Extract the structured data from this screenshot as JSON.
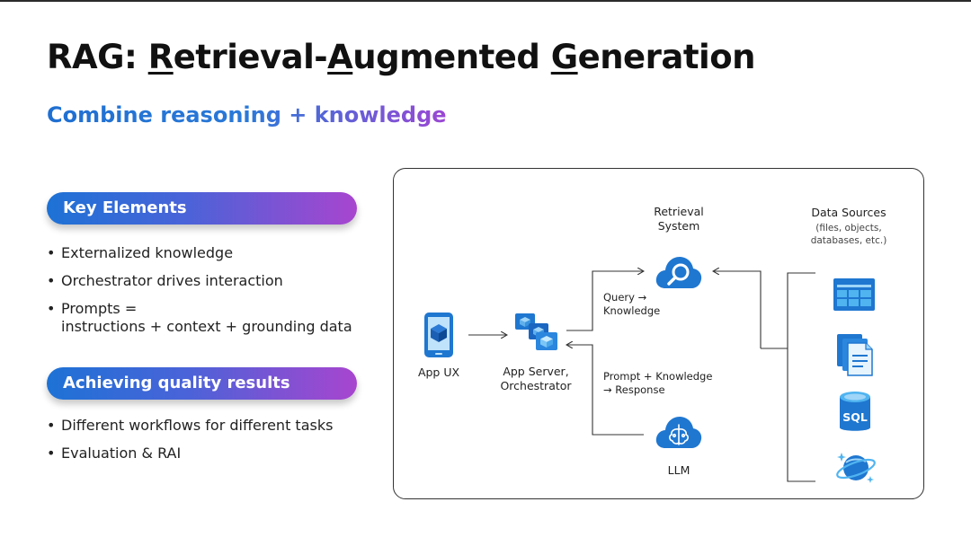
{
  "slide": {
    "title_parts": [
      {
        "text": "RAG: ",
        "underline": false
      },
      {
        "text": "R",
        "underline": true
      },
      {
        "text": "etrieval-",
        "underline": false
      },
      {
        "text": "A",
        "underline": true
      },
      {
        "text": "ugmented ",
        "underline": false
      },
      {
        "text": "G",
        "underline": true
      },
      {
        "text": "eneration",
        "underline": false
      }
    ],
    "subtitle": "Combine reasoning + knowledge"
  },
  "key_elements": {
    "heading": "Key Elements",
    "items": [
      "Externalized knowledge",
      "Orchestrator drives interaction",
      "Prompts =",
      "instructions + context + grounding data"
    ]
  },
  "quality": {
    "heading": "Achieving quality results",
    "items": [
      "Different workflows for different tasks",
      "Evaluation & RAI"
    ]
  },
  "diagram": {
    "retrieval_label": [
      "Retrieval",
      "System"
    ],
    "sources_label": "Data Sources",
    "sources_sub": [
      "(files, objects,",
      "databases, etc.)"
    ],
    "app_ux_label": "App UX",
    "app_server_label": [
      "App Server,",
      "Orchestrator"
    ],
    "query_label": [
      "Query →",
      "Knowledge"
    ],
    "prompt_label": [
      "Prompt + Knowledge",
      "→ Response"
    ],
    "llm_label": "LLM",
    "sql_text": "SQL",
    "icons": [
      "tablet-icon",
      "server-icon",
      "cloud-search-icon",
      "cloud-brain-icon",
      "table-icon",
      "documents-icon",
      "sql-database-icon",
      "cosmos-db-icon"
    ],
    "colors": {
      "accent": "#1f77d0",
      "light": "#50b4f0",
      "pill_start": "#1d72d6",
      "pill_end": "#a845cf"
    }
  }
}
